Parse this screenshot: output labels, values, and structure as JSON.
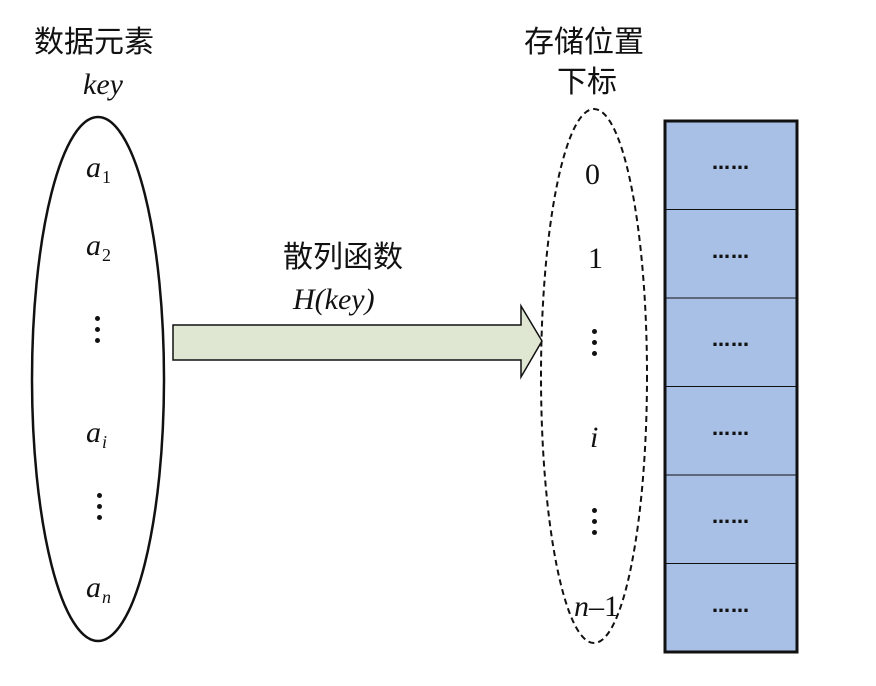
{
  "left_group": {
    "title": "数据元素",
    "subtitle": "key",
    "items": [
      {
        "base": "a",
        "sub": "1"
      },
      {
        "base": "a",
        "sub": "2"
      },
      {
        "ellipsis": "⋮"
      },
      {
        "base": "a",
        "sub": "i"
      },
      {
        "ellipsis": "⋮"
      },
      {
        "base": "a",
        "sub": "n"
      }
    ]
  },
  "arrow": {
    "label_line1": "散列函数",
    "label_func": "H",
    "label_arg": "(key)",
    "fill_color": "#dfe6d2"
  },
  "right_group": {
    "title_line1": "存储位置",
    "title_line2": "下标",
    "indices": [
      "0",
      "1",
      "⋮",
      "i",
      "⋮",
      "n–1"
    ]
  },
  "table": {
    "cells": [
      "……",
      "……",
      "……",
      "……",
      "……",
      "……"
    ],
    "fill_color": "#a9c0e6"
  }
}
